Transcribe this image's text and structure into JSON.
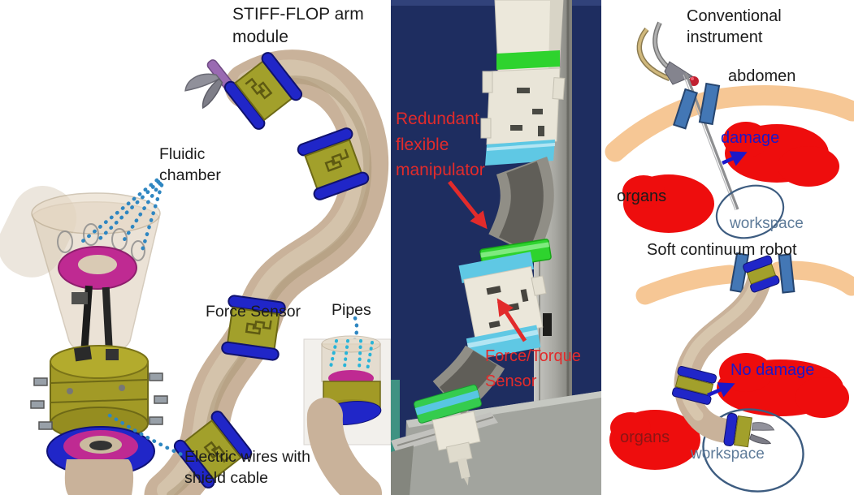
{
  "figure": {
    "left_panel": {
      "title": "STIFF-FLOP arm module",
      "label_fluidic_chamber": "Fluidic chamber",
      "label_force_sensor": "Force Sensor",
      "label_pipes": "Pipes",
      "label_electric_wires": "Electric wires with shield cable"
    },
    "middle_panel": {
      "label_redundant_manipulator": "Redundant flexible manipulator",
      "label_force_torque_sensor": "Force/Torque Sensor"
    },
    "right_panel": {
      "conventional": {
        "title": "Conventional instrument",
        "label_abdomen": "abdomen",
        "label_damage": "damage",
        "label_organs": "organs",
        "label_workspace": "workspace"
      },
      "soft_robot": {
        "title": "Soft continuum robot",
        "label_no_damage": "No damage",
        "label_organs": "organs",
        "label_workspace": "workspace"
      }
    },
    "colors": {
      "red_annotation": "#e22b2b",
      "blue_annotation": "#1c18c8",
      "slate_annotation": "#5e7b99",
      "dark_red_text": "#8b1515",
      "organ_red": "#ee0d0d",
      "abdomen_peach": "#f6c795",
      "trocar_blue": "#4377b5",
      "photo_background_navy": "#1e2d60",
      "arm_tan": "#c9b29a",
      "ring_blue": "#2026c8",
      "module_olive": "#a2a02b",
      "magenta_ring": "#bf2a92",
      "green_band": "#2ed32e",
      "cyan_band": "#5fc8e4"
    }
  }
}
